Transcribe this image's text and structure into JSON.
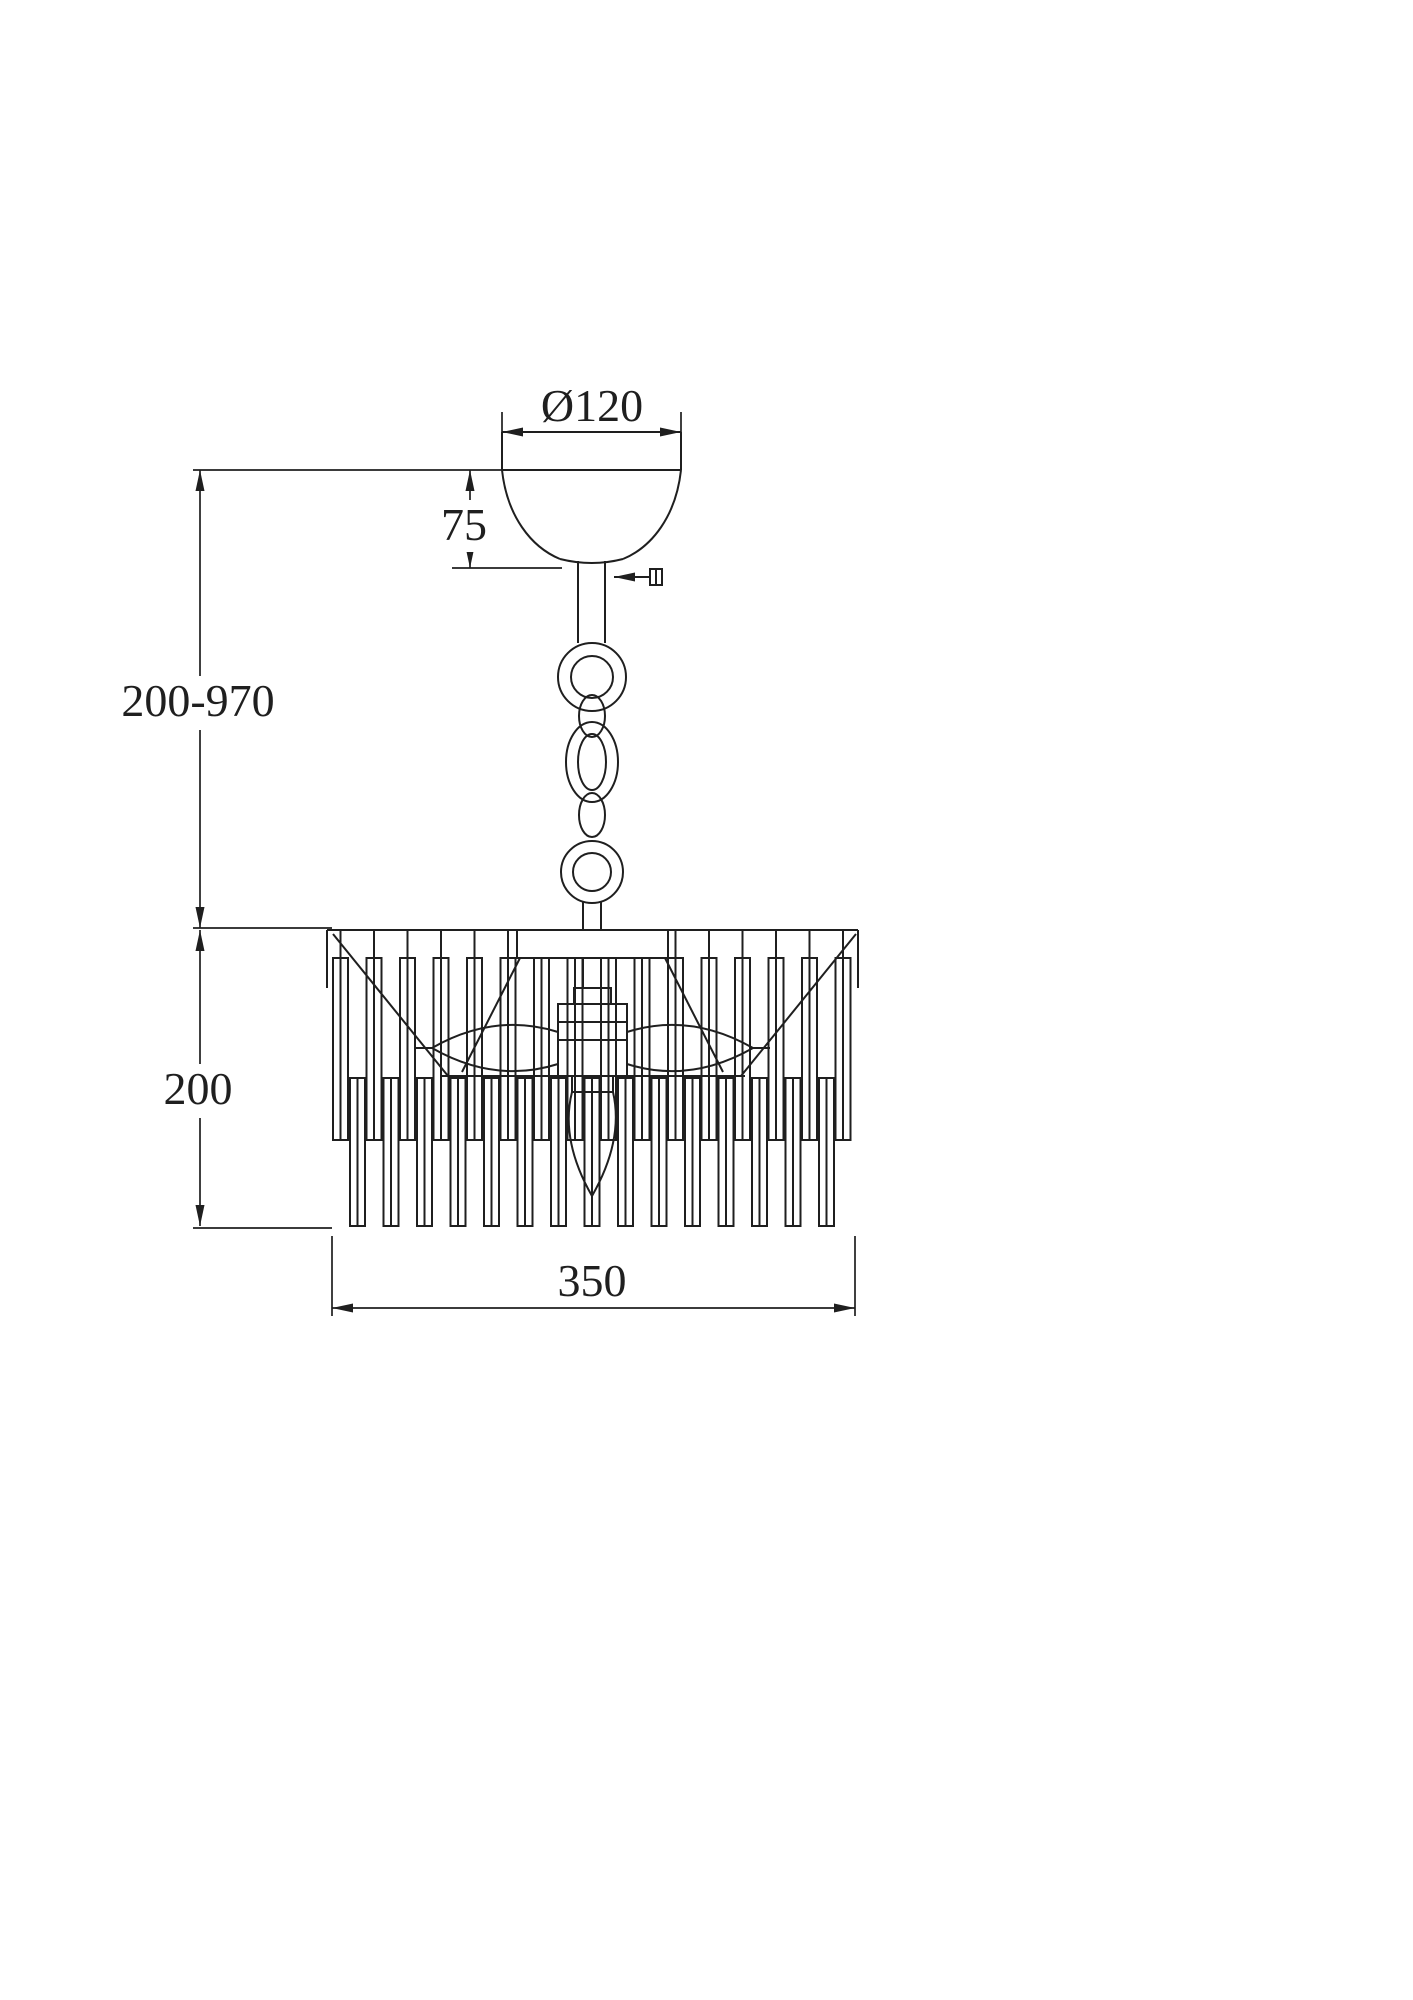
{
  "page": {
    "background": "#ffffff",
    "line_color": "#1f1f1f",
    "subject": "chandelier-pendant-dimension-drawing"
  },
  "drawing": {
    "labels": {
      "canopy_diameter": "Ø120",
      "canopy_height": "75",
      "suspension_height_range": "200-970",
      "shade_height": "200",
      "shade_width": "350"
    }
  }
}
